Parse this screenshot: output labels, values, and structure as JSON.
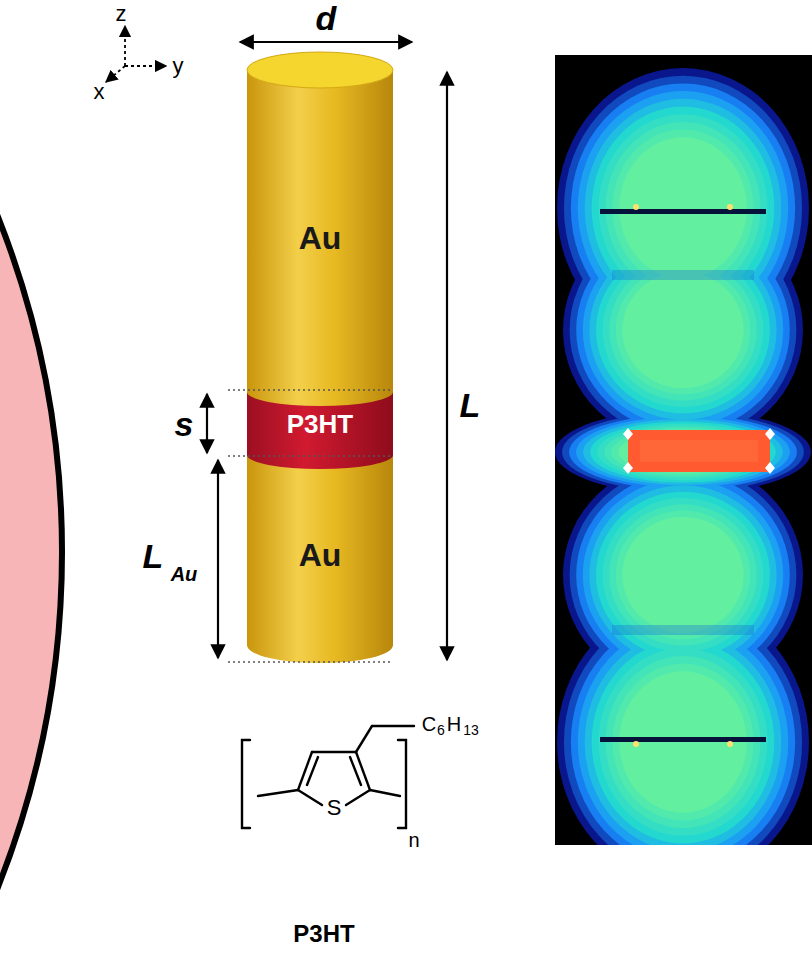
{
  "diagram": {
    "nodes": [
      {
        "text": [
          "Au"
        ]
      },
      {
        "text": [
          "P3HT"
        ]
      },
      {
        "text": [
          "Au"
        ]
      }
    ],
    "labels": [
      "z",
      "y",
      "x",
      "d",
      "s",
      "L",
      "Au",
      "L",
      "C",
      "6",
      "H",
      "13",
      "S",
      "n",
      "P3HT"
    ]
  }
}
